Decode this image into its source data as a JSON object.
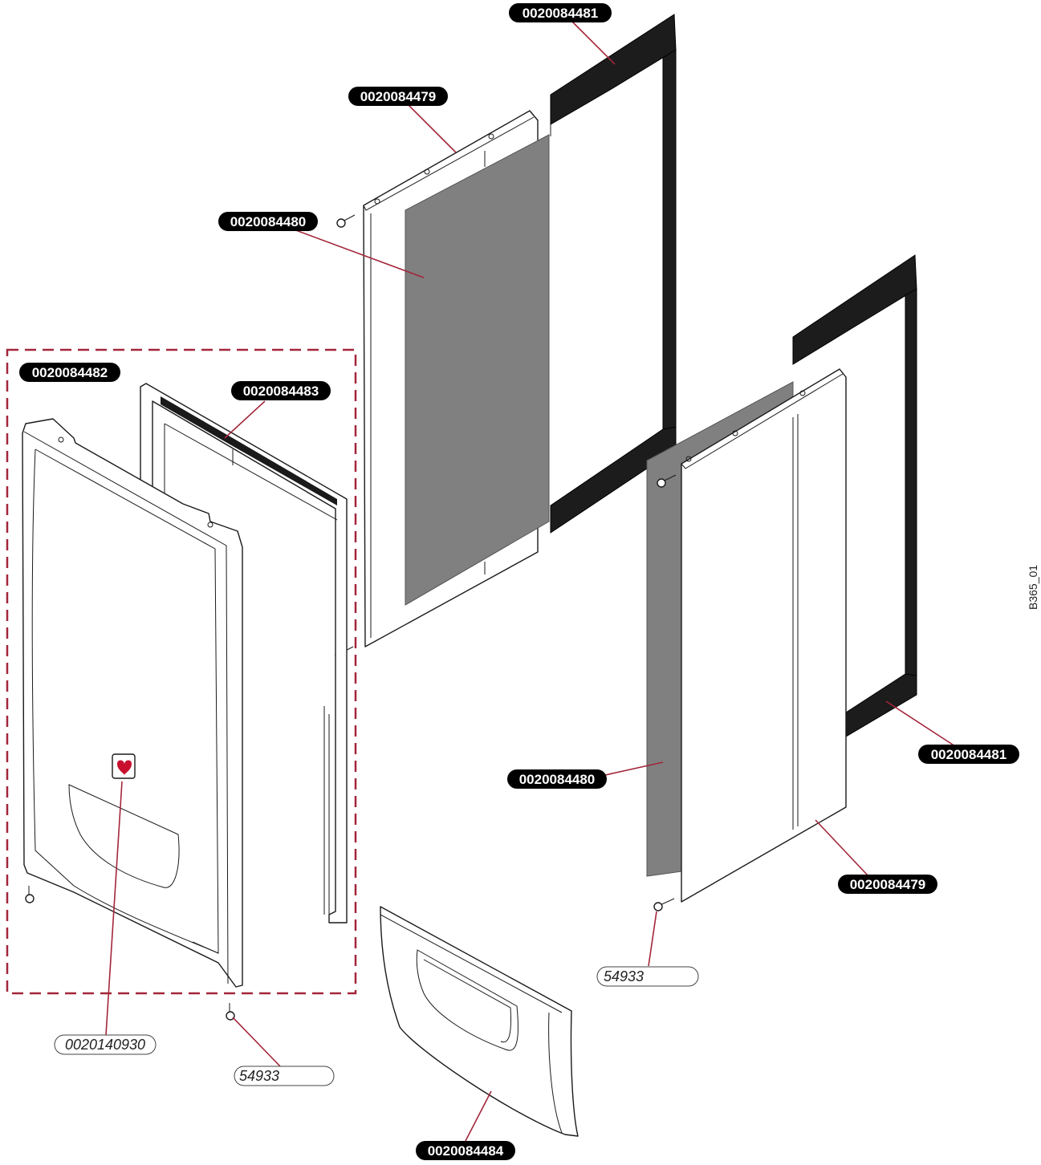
{
  "diagram": {
    "reference_code": "B365_01",
    "colors": {
      "leader": "#a3263a",
      "dashed_box": "#a3263a",
      "gasket": "#1c1c1c",
      "insulation": "#808080",
      "label_fill": "#000000",
      "label_text": "#ffffff"
    },
    "labels": {
      "top_gasket": "0020084481",
      "top_panel": "0020084479",
      "top_insulation": "0020084480",
      "front_assembly": "0020084482",
      "front_frame": "0020084483",
      "right_gasket": "0020084481",
      "right_insulation": "0020084480",
      "right_panel": "0020084479",
      "lower_panel": "0020084484",
      "logo_badge": "0020140930",
      "screw_front": "54933",
      "screw_right": "54933"
    }
  }
}
